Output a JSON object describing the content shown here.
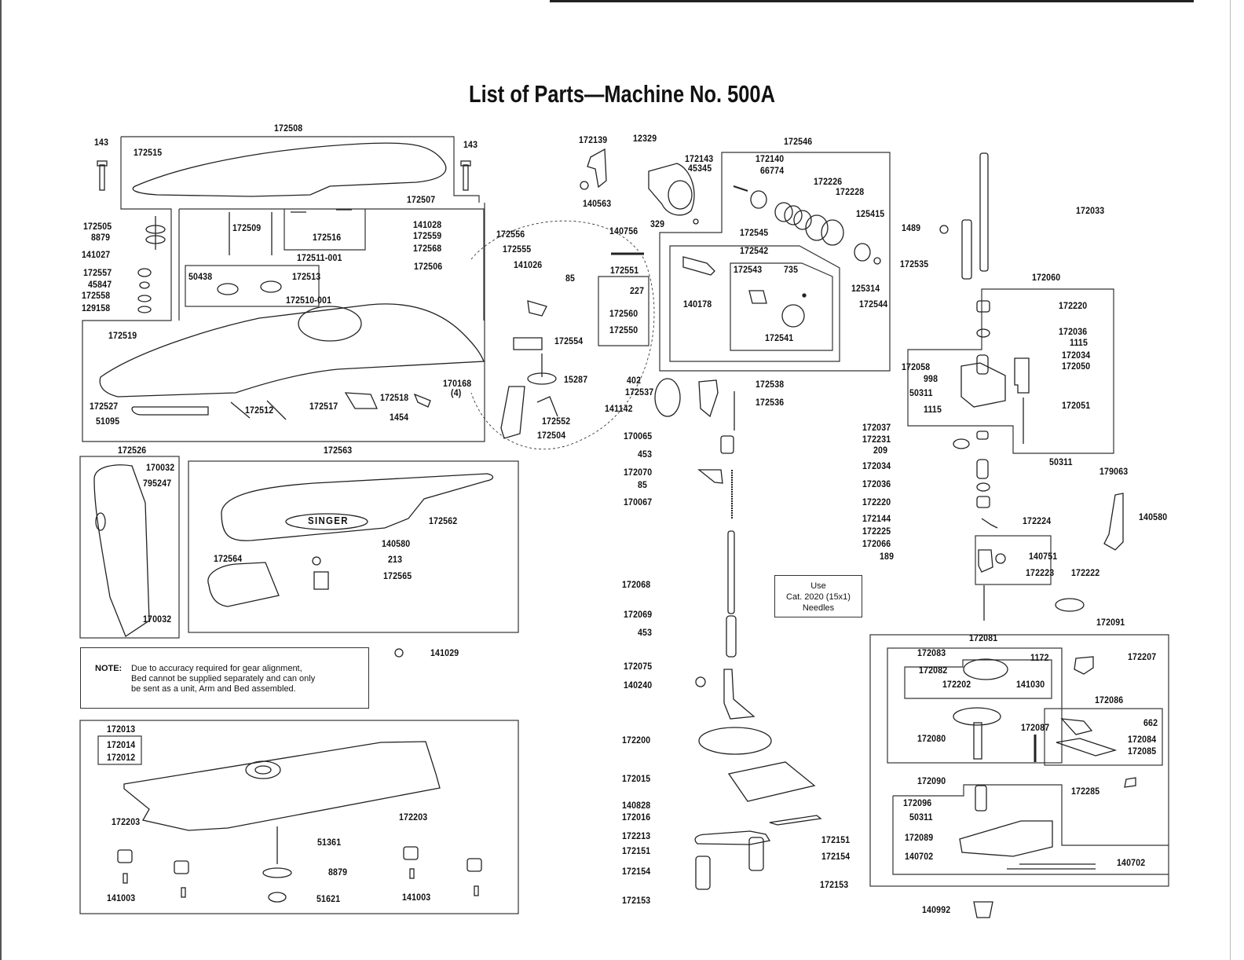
{
  "title": "List of Parts—Machine No. 500A",
  "note": {
    "heading": "NOTE:",
    "lines": [
      "Due to accuracy required for gear alignment,",
      "Bed cannot be supplied separately and can only",
      "be sent as a unit, Arm and Bed assembled."
    ]
  },
  "needle_note": {
    "lines": [
      "Use",
      "Cat. 2020 (15x1)",
      "Needles"
    ]
  },
  "brand_badge": "SINGER",
  "labels": [
    {
      "id": "l1",
      "text": "172508"
    },
    {
      "id": "l2",
      "text": "143"
    },
    {
      "id": "l3",
      "text": "172515"
    },
    {
      "id": "l4",
      "text": "143"
    },
    {
      "id": "l5",
      "text": "172507"
    },
    {
      "id": "l6",
      "text": "172505"
    },
    {
      "id": "l7",
      "text": "8879"
    },
    {
      "id": "l8",
      "text": "141027"
    },
    {
      "id": "l9",
      "text": "172557"
    },
    {
      "id": "l10",
      "text": "45847"
    },
    {
      "id": "l11",
      "text": "172558"
    },
    {
      "id": "l12",
      "text": "129158"
    },
    {
      "id": "l13",
      "text": "172509"
    },
    {
      "id": "l14",
      "text": "172516"
    },
    {
      "id": "l15",
      "text": "141028"
    },
    {
      "id": "l16",
      "text": "172559"
    },
    {
      "id": "l17",
      "text": "172568"
    },
    {
      "id": "l18",
      "text": "172511-001"
    },
    {
      "id": "l19",
      "text": "50438"
    },
    {
      "id": "l20",
      "text": "172513"
    },
    {
      "id": "l21",
      "text": "172510-001"
    },
    {
      "id": "l22",
      "text": "172506"
    },
    {
      "id": "l23",
      "text": "172519"
    },
    {
      "id": "l24",
      "text": "170168"
    },
    {
      "id": "l25",
      "text": "(4)"
    },
    {
      "id": "l26",
      "text": "172518"
    },
    {
      "id": "l27",
      "text": "172527"
    },
    {
      "id": "l28",
      "text": "172512"
    },
    {
      "id": "l29",
      "text": "172517"
    },
    {
      "id": "l30",
      "text": "51095"
    },
    {
      "id": "l31",
      "text": "1454"
    },
    {
      "id": "l32",
      "text": "172526"
    },
    {
      "id": "l33",
      "text": "170032"
    },
    {
      "id": "l34",
      "text": "795247"
    },
    {
      "id": "l35",
      "text": "170032"
    },
    {
      "id": "l36",
      "text": "172563"
    },
    {
      "id": "l37",
      "text": "172562"
    },
    {
      "id": "l38",
      "text": "140580"
    },
    {
      "id": "l39",
      "text": "172564"
    },
    {
      "id": "l40",
      "text": "213"
    },
    {
      "id": "l41",
      "text": "172565"
    },
    {
      "id": "l42",
      "text": "141029"
    },
    {
      "id": "l43",
      "text": "172013"
    },
    {
      "id": "l44",
      "text": "172014"
    },
    {
      "id": "l45",
      "text": "172012"
    },
    {
      "id": "l46",
      "text": "172203"
    },
    {
      "id": "l47",
      "text": "51361"
    },
    {
      "id": "l48",
      "text": "172203"
    },
    {
      "id": "l49",
      "text": "8879"
    },
    {
      "id": "l50",
      "text": "141003"
    },
    {
      "id": "l51",
      "text": "51621"
    },
    {
      "id": "l52",
      "text": "141003"
    },
    {
      "id": "l53",
      "text": "172139"
    },
    {
      "id": "l54",
      "text": "12329"
    },
    {
      "id": "l55",
      "text": "172143"
    },
    {
      "id": "l56",
      "text": "45345"
    },
    {
      "id": "l57",
      "text": "140563"
    },
    {
      "id": "l58",
      "text": "329"
    },
    {
      "id": "l59",
      "text": "172556"
    },
    {
      "id": "l60",
      "text": "172555"
    },
    {
      "id": "l61",
      "text": "141026"
    },
    {
      "id": "l62",
      "text": "140756"
    },
    {
      "id": "l63",
      "text": "172551"
    },
    {
      "id": "l64",
      "text": "85"
    },
    {
      "id": "l65",
      "text": "227"
    },
    {
      "id": "l66",
      "text": "172560"
    },
    {
      "id": "l67",
      "text": "172550"
    },
    {
      "id": "l68",
      "text": "172554"
    },
    {
      "id": "l69",
      "text": "15287"
    },
    {
      "id": "l70",
      "text": "172552"
    },
    {
      "id": "l71",
      "text": "172504"
    },
    {
      "id": "l72",
      "text": "172546"
    },
    {
      "id": "l73",
      "text": "172140"
    },
    {
      "id": "l74",
      "text": "66774"
    },
    {
      "id": "l75",
      "text": "172226"
    },
    {
      "id": "l76",
      "text": "172228"
    },
    {
      "id": "l77",
      "text": "125415"
    },
    {
      "id": "l78",
      "text": "172545"
    },
    {
      "id": "l79",
      "text": "172542"
    },
    {
      "id": "l80",
      "text": "172543"
    },
    {
      "id": "l81",
      "text": "735"
    },
    {
      "id": "l82",
      "text": "140178"
    },
    {
      "id": "l83",
      "text": "172541"
    },
    {
      "id": "l84",
      "text": "125314"
    },
    {
      "id": "l85",
      "text": "172544"
    },
    {
      "id": "l86",
      "text": "402"
    },
    {
      "id": "l87",
      "text": "172537"
    },
    {
      "id": "l88",
      "text": "141142"
    },
    {
      "id": "l89",
      "text": "172538"
    },
    {
      "id": "l90",
      "text": "172536"
    },
    {
      "id": "l91",
      "text": "170065"
    },
    {
      "id": "l92",
      "text": "453"
    },
    {
      "id": "l93",
      "text": "172070"
    },
    {
      "id": "l94",
      "text": "85"
    },
    {
      "id": "l95",
      "text": "170067"
    },
    {
      "id": "l96",
      "text": "172068"
    },
    {
      "id": "l97",
      "text": "172069"
    },
    {
      "id": "l98",
      "text": "453"
    },
    {
      "id": "l99",
      "text": "172075"
    },
    {
      "id": "l100",
      "text": "140240"
    },
    {
      "id": "l101",
      "text": "172200"
    },
    {
      "id": "l102",
      "text": "172015"
    },
    {
      "id": "l103",
      "text": "140828"
    },
    {
      "id": "l104",
      "text": "172016"
    },
    {
      "id": "l105",
      "text": "172213"
    },
    {
      "id": "l106",
      "text": "172151"
    },
    {
      "id": "l107",
      "text": "172154"
    },
    {
      "id": "l108",
      "text": "172153"
    },
    {
      "id": "l109",
      "text": "172151"
    },
    {
      "id": "l110",
      "text": "172154"
    },
    {
      "id": "l111",
      "text": "172153"
    },
    {
      "id": "l112",
      "text": "172033"
    },
    {
      "id": "l113",
      "text": "1489"
    },
    {
      "id": "l114",
      "text": "172535"
    },
    {
      "id": "l115",
      "text": "172060"
    },
    {
      "id": "l116",
      "text": "172220"
    },
    {
      "id": "l117",
      "text": "172036"
    },
    {
      "id": "l118",
      "text": "1115"
    },
    {
      "id": "l119",
      "text": "172034"
    },
    {
      "id": "l120",
      "text": "172050"
    },
    {
      "id": "l121",
      "text": "172058"
    },
    {
      "id": "l122",
      "text": "998"
    },
    {
      "id": "l123",
      "text": "50311"
    },
    {
      "id": "l124",
      "text": "1115"
    },
    {
      "id": "l125",
      "text": "172051"
    },
    {
      "id": "l126",
      "text": "172037"
    },
    {
      "id": "l127",
      "text": "172231"
    },
    {
      "id": "l128",
      "text": "209"
    },
    {
      "id": "l129",
      "text": "50311"
    },
    {
      "id": "l130",
      "text": "172034"
    },
    {
      "id": "l131",
      "text": "172036"
    },
    {
      "id": "l132",
      "text": "172220"
    },
    {
      "id": "l133",
      "text": "172144"
    },
    {
      "id": "l134",
      "text": "172224"
    },
    {
      "id": "l135",
      "text": "172225"
    },
    {
      "id": "l136",
      "text": "172066"
    },
    {
      "id": "l137",
      "text": "140751"
    },
    {
      "id": "l138",
      "text": "189"
    },
    {
      "id": "l139",
      "text": "172223"
    },
    {
      "id": "l140",
      "text": "179063"
    },
    {
      "id": "l141",
      "text": "140580"
    },
    {
      "id": "l142",
      "text": "172222"
    },
    {
      "id": "l143",
      "text": "172091"
    },
    {
      "id": "l144",
      "text": "172081"
    },
    {
      "id": "l145",
      "text": "172083"
    },
    {
      "id": "l146",
      "text": "1172"
    },
    {
      "id": "l147",
      "text": "172082"
    },
    {
      "id": "l148",
      "text": "172202"
    },
    {
      "id": "l149",
      "text": "141030"
    },
    {
      "id": "l150",
      "text": "172207"
    },
    {
      "id": "l151",
      "text": "172086"
    },
    {
      "id": "l152",
      "text": "662"
    },
    {
      "id": "l153",
      "text": "172087"
    },
    {
      "id": "l154",
      "text": "172080"
    },
    {
      "id": "l155",
      "text": "172084"
    },
    {
      "id": "l156",
      "text": "172085"
    },
    {
      "id": "l157",
      "text": "172090"
    },
    {
      "id": "l158",
      "text": "172285"
    },
    {
      "id": "l159",
      "text": "172096"
    },
    {
      "id": "l160",
      "text": "50311"
    },
    {
      "id": "l161",
      "text": "172089"
    },
    {
      "id": "l162",
      "text": "140702"
    },
    {
      "id": "l163",
      "text": "140702"
    },
    {
      "id": "l164",
      "text": "140992"
    }
  ]
}
